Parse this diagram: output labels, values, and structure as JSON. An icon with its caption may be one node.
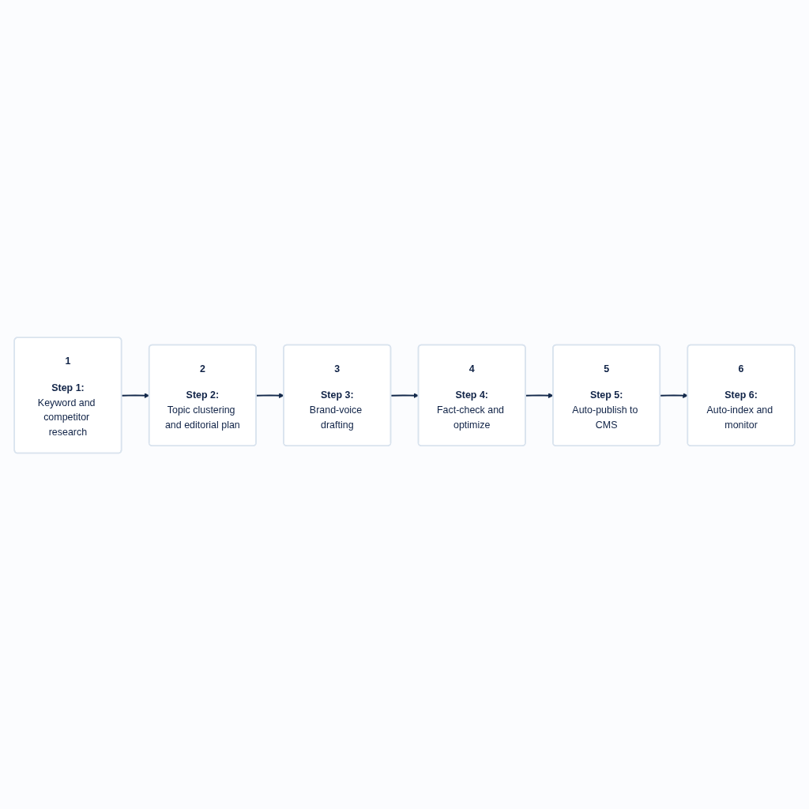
{
  "diagram": {
    "nodes": [
      {
        "text": [
          "1",
          "Step 1:",
          "Keyword and competitor research"
        ]
      },
      {
        "text": [
          "2",
          "Step 2:",
          "Topic clustering and editorial plan"
        ]
      },
      {
        "text": [
          "3",
          "Step 3:",
          "Brand-voice drafting"
        ]
      },
      {
        "text": [
          "4",
          "Step 4:",
          "Fact-check and optimize"
        ]
      },
      {
        "text": [
          "5",
          "Step 5:",
          "Auto-publish to CMS"
        ]
      },
      {
        "text": [
          "6",
          "Step 6:",
          "Auto-index and monitor"
        ]
      }
    ],
    "edges": [
      {
        "from": 0,
        "to": 1,
        "arrow": "to"
      },
      {
        "from": 1,
        "to": 2,
        "arrow": "to"
      },
      {
        "from": 2,
        "to": 3,
        "arrow": "to"
      },
      {
        "from": 3,
        "to": 4,
        "arrow": "to"
      },
      {
        "from": 4,
        "to": 5,
        "arrow": "to"
      }
    ]
  }
}
